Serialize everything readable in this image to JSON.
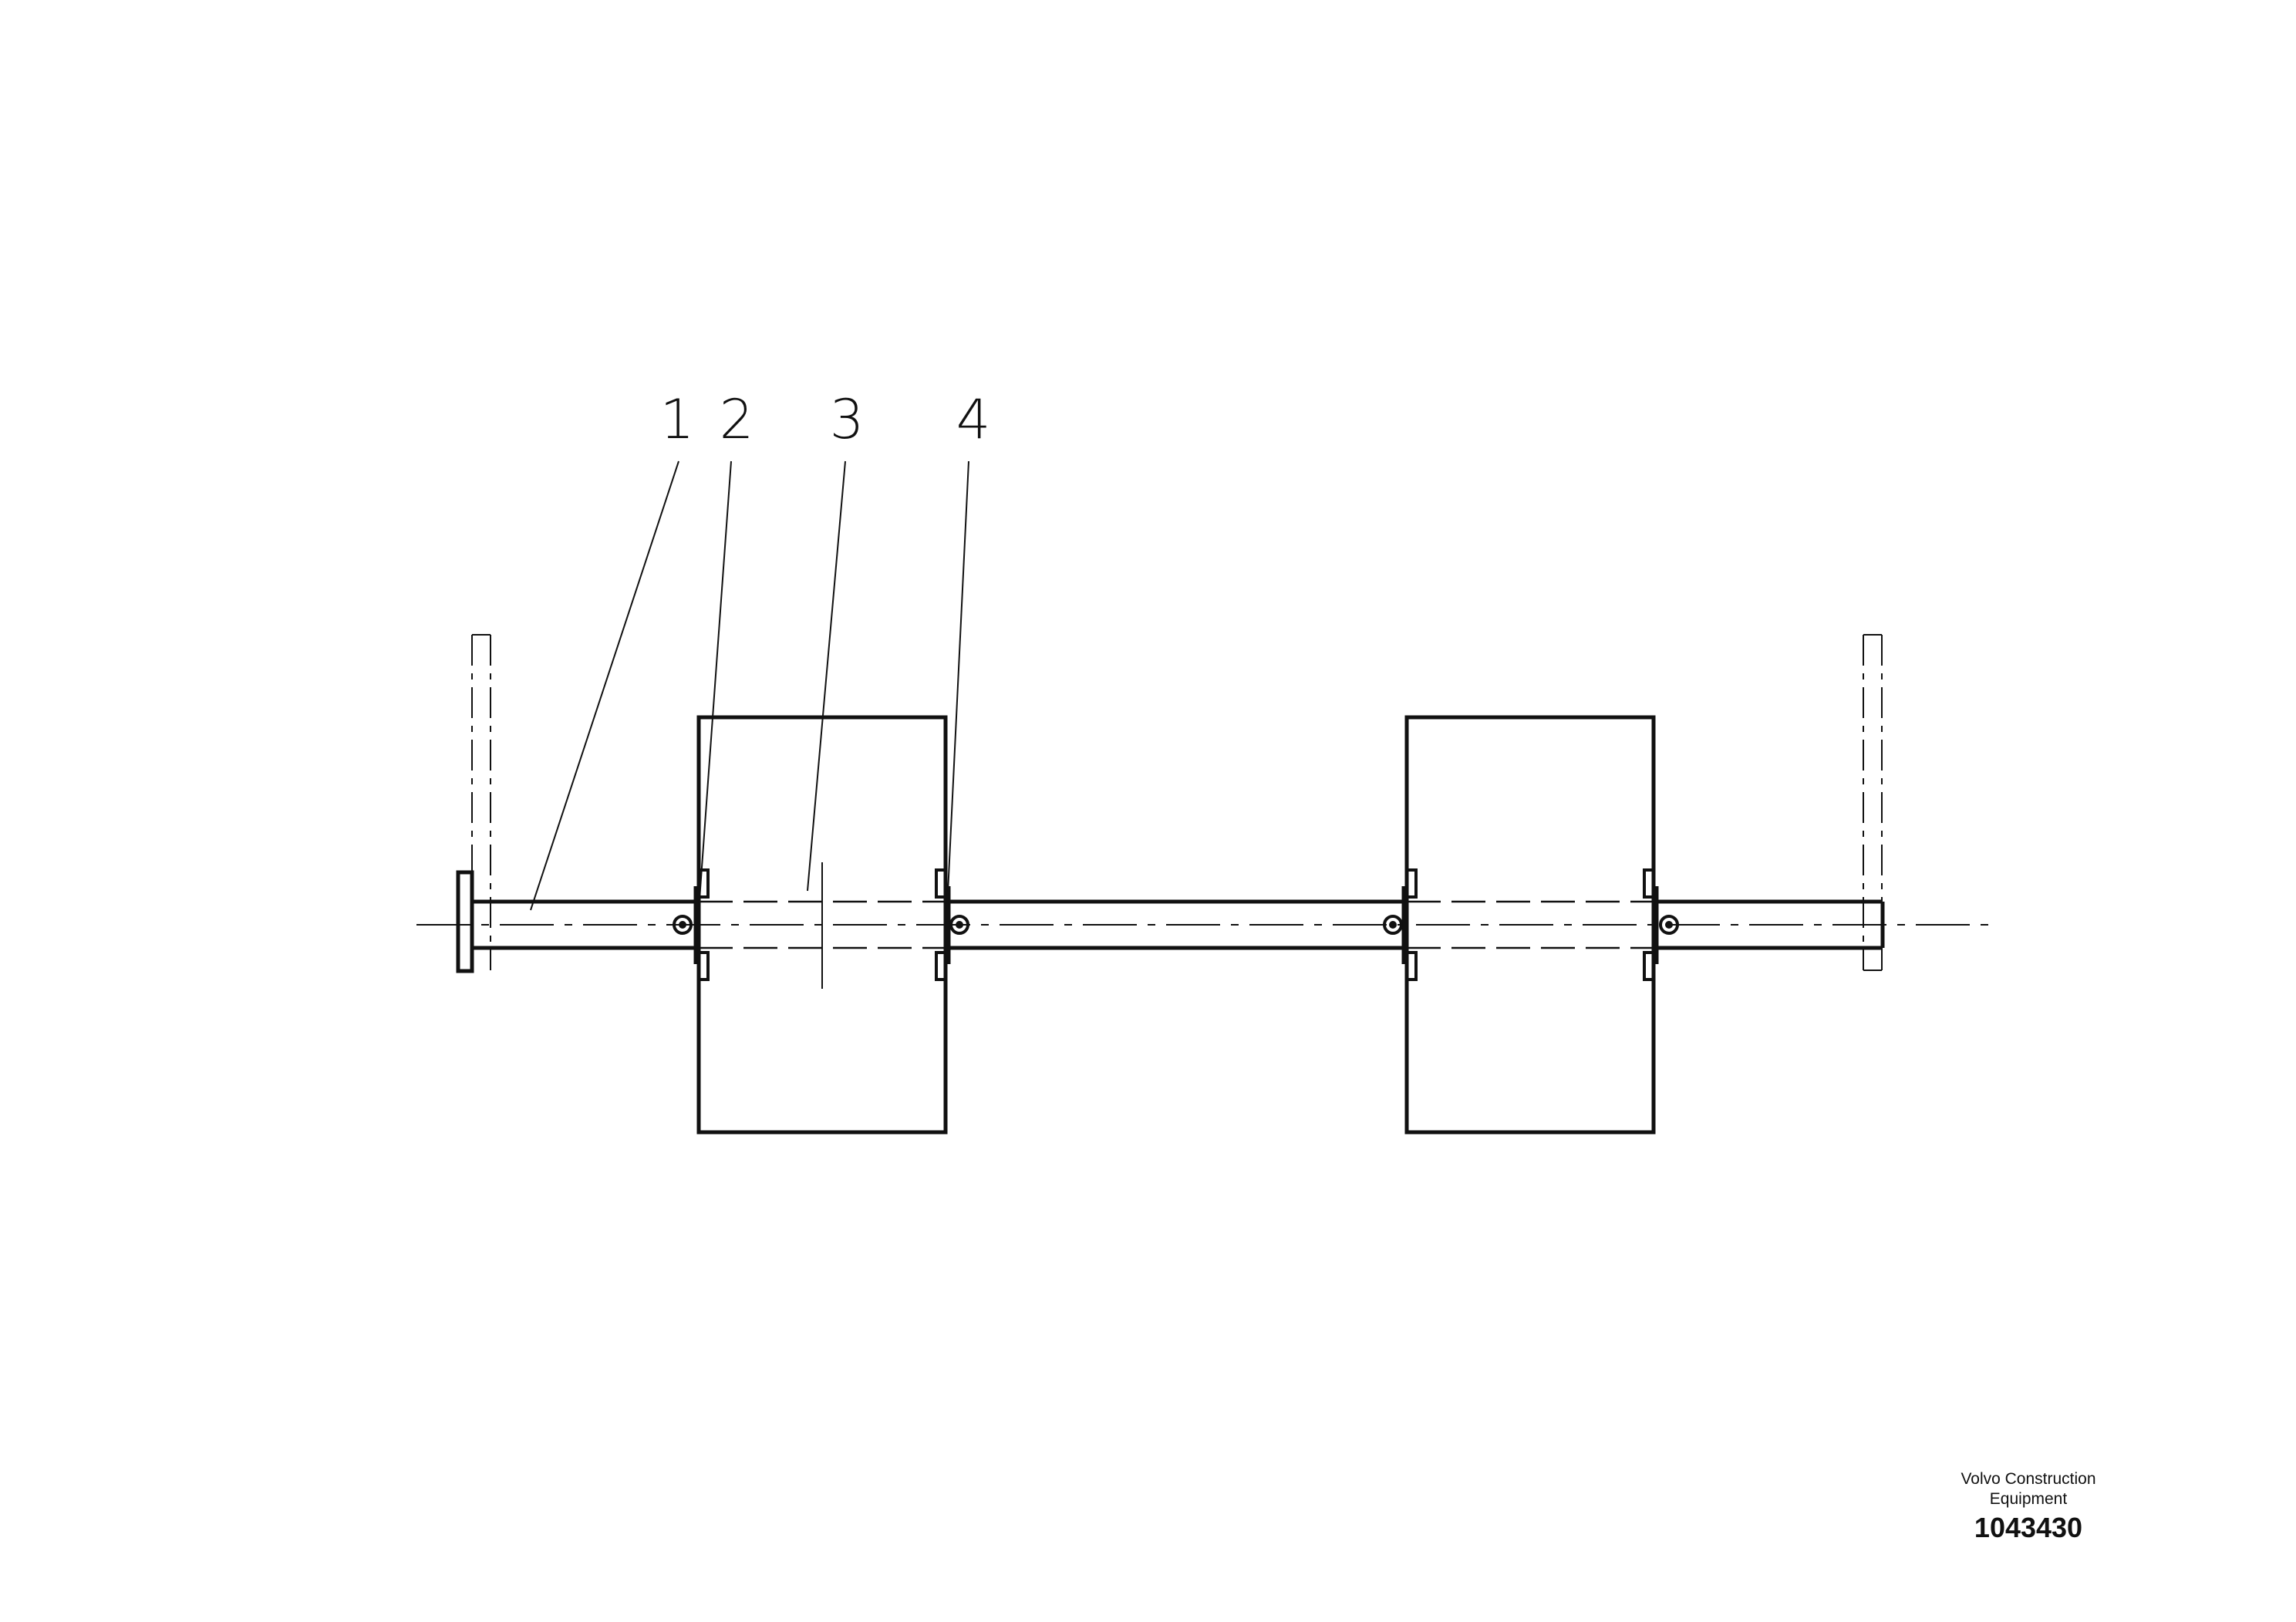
{
  "callouts": [
    {
      "label": "1"
    },
    {
      "label": "2"
    },
    {
      "label": "3"
    },
    {
      "label": "4"
    }
  ],
  "footer": {
    "company_line1": "Volvo Construction",
    "company_line2": "Equipment",
    "part_number": "1043430"
  }
}
